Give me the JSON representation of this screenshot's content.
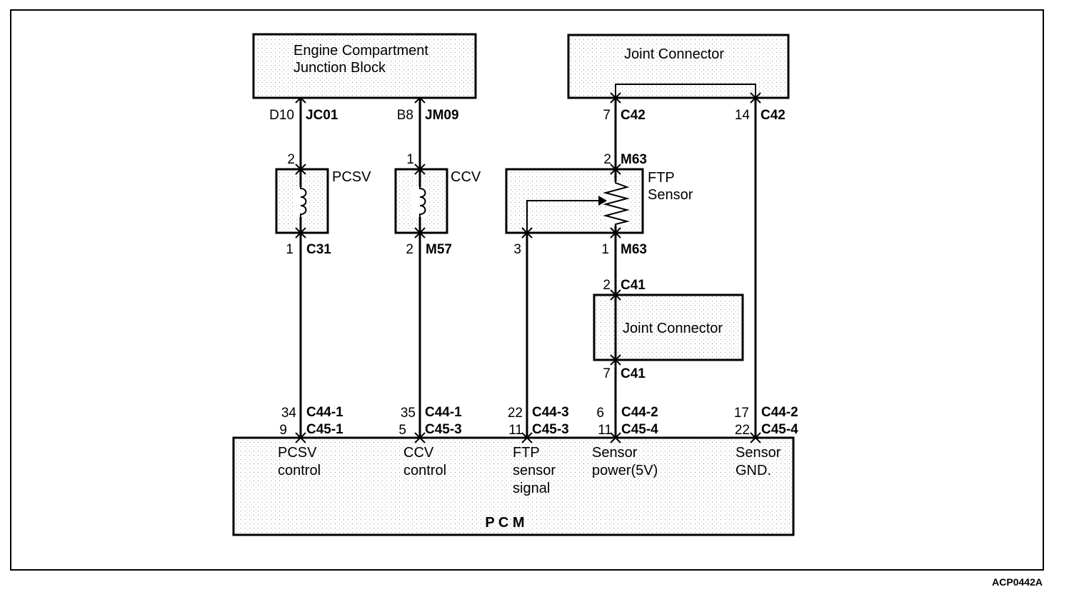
{
  "components": {
    "ecjb_line1": "Engine Compartment",
    "ecjb_line2": "Junction Block",
    "joint_top": "Joint Connector",
    "joint_mid": "Joint Connector",
    "pcsv": "PCSV",
    "ccv": "CCV",
    "ftp_line1": "FTP",
    "ftp_line2": "Sensor",
    "pcm": "P C M"
  },
  "pins": {
    "d10": "D10",
    "jc01": "JC01",
    "b8": "B8",
    "jm09": "JM09",
    "c42a_pin": "7",
    "c42a": "C42",
    "c42b_pin": "14",
    "c42b": "C42",
    "pcsv_top_pin": "2",
    "ccv_top_pin": "1",
    "m63_top_pin": "2",
    "m63_top": "M63",
    "c31_pin": "1",
    "c31": "C31",
    "m57_pin": "2",
    "m57": "M57",
    "ftp_sig_pin": "3",
    "m63_bot_pin": "1",
    "m63_bot": "M63",
    "c41a_pin": "2",
    "c41a": "C41",
    "c41b_pin": "7",
    "c41b": "C41",
    "p1_a_pin": "34",
    "p1_a": "C44-1",
    "p1_b_pin": "9",
    "p1_b": "C45-1",
    "p2_a_pin": "35",
    "p2_a": "C44-1",
    "p2_b_pin": "5",
    "p2_b": "C45-3",
    "p3_a_pin": "22",
    "p3_a": "C44-3",
    "p3_b_pin": "11",
    "p3_b": "C45-3",
    "p4_a_pin": "6",
    "p4_a": "C44-2",
    "p4_b_pin": "11",
    "p4_b": "C45-4",
    "p5_a_pin": "17",
    "p5_a": "C44-2",
    "p5_b_pin": "22",
    "p5_b": "C45-4"
  },
  "pcm_labels": {
    "pcsv_1": "PCSV",
    "pcsv_2": "control",
    "ccv_1": "CCV",
    "ccv_2": "control",
    "ftp_1": "FTP",
    "ftp_2": "sensor",
    "ftp_3": "signal",
    "pwr_1": "Sensor",
    "pwr_2": "power(5V)",
    "gnd_1": "Sensor",
    "gnd_2": "GND."
  },
  "figure_code": "ACP0442A"
}
